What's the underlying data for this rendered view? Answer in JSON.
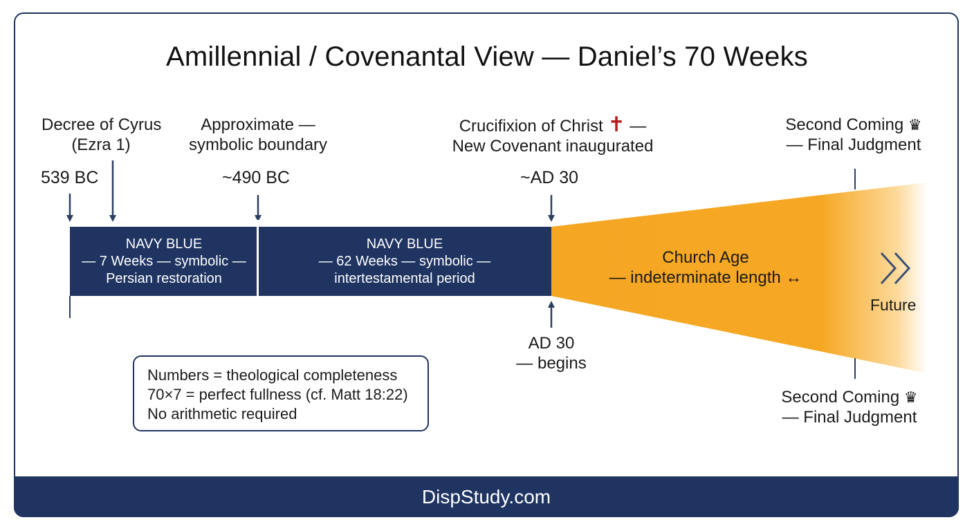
{
  "title": "Amillennial / Covenantal View — Daniel’s 70 Weeks",
  "labels": {
    "decree": [
      "Decree of Cyrus",
      "(Ezra 1)"
    ],
    "approx": [
      "Approximate —",
      "symbolic boundary"
    ],
    "crucifixion": [
      "Crucifixion of Christ",
      "—",
      "New Covenant inaugurated"
    ],
    "second_top": [
      "Second Coming",
      "— Final Judgment"
    ],
    "second_bottom": [
      "Second Coming",
      "— Final Judgment"
    ],
    "ad30_begins": [
      "AD 30",
      "— begins"
    ]
  },
  "dates": {
    "d539": "539 BC",
    "d490": "~490 BC",
    "dad30": "~AD 30"
  },
  "bars": {
    "seven": [
      "NAVY BLUE",
      "— 7 Weeks — symbolic —",
      "Persian restoration"
    ],
    "sixtytwo": [
      "NAVY BLUE",
      "— 62 Weeks — symbolic —",
      "intertestamental period"
    ]
  },
  "church_age": [
    "Church Age",
    "— indeterminate length ↔"
  ],
  "future": "Future",
  "info_box": [
    "Numbers = theological completeness",
    "70×7 = perfect fullness (cf. Matt 18:22)",
    "No arithmetic required"
  ],
  "footer": "DispStudy.com",
  "icons": {
    "cross": "cross-icon",
    "crown": "crown-icon",
    "chevron": "double-chevron-right-icon"
  },
  "colors": {
    "navy": "#1f3461",
    "gold": "#f5a623",
    "cross_red": "#b11d1d"
  }
}
